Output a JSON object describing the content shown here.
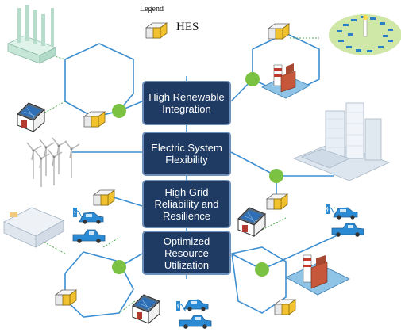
{
  "legend": {
    "title": "Legend",
    "items": [
      {
        "label": "HES"
      }
    ]
  },
  "hub": {
    "boxes": [
      {
        "label": "High Renewable\nIntegration"
      },
      {
        "label": "Electric System\nFlexibility"
      },
      {
        "label": "High Grid\nReliability and\nResilience"
      },
      {
        "label": "Optimized\nResource\nUtilization"
      }
    ]
  },
  "colors": {
    "hub_fill": "#1f3b63",
    "hub_border": "#6e8fb8",
    "node_green": "#7cc242",
    "line_blue": "#3d8fd1",
    "link_green": "#4aa84a",
    "hes_yellow": "#f2c12e"
  }
}
